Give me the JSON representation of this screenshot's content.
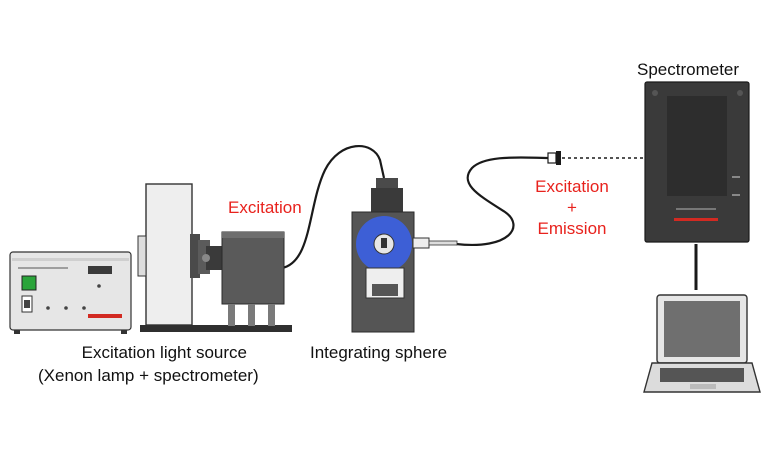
{
  "colors": {
    "excitation_text": "#e8221d",
    "sphere_blue": "#3d5fd6",
    "device_dark": "#3a3a3a",
    "device_body": "#5b5b5b",
    "panel_light": "#e6e6e6",
    "lamp_power_green": "#2aa43a",
    "brand_red": "#d22a22",
    "line_black": "#1a1a1a"
  },
  "labels": {
    "spectrometer": "Spectrometer",
    "excitation_beam": "Excitation",
    "excitation_emission_line1": "Excitation",
    "excitation_emission_line2": "+",
    "excitation_emission_line3": "Emission",
    "light_source_line1": "Excitation light source",
    "light_source_line2": "(Xenon lamp + spectrometer)",
    "integrating_sphere": "Integrating sphere"
  },
  "components": [
    {
      "name": "Excitation light source",
      "icons": [
        "power-supply-icon",
        "xenon-lamp-housing-icon",
        "monochromator-icon"
      ]
    },
    {
      "name": "Integrating sphere",
      "icons": [
        "integrating-sphere-icon"
      ]
    },
    {
      "name": "Spectrometer",
      "icons": [
        "spectrometer-icon"
      ]
    },
    {
      "name": "Computer",
      "icons": [
        "laptop-icon"
      ]
    }
  ],
  "connections": [
    {
      "from": "Excitation light source",
      "to": "Integrating sphere",
      "label": "Excitation",
      "style": "solid"
    },
    {
      "from": "Integrating sphere",
      "to": "Spectrometer",
      "label": "Excitation + Emission",
      "style": "solid-then-dashed"
    },
    {
      "from": "Spectrometer",
      "to": "Computer",
      "label": "",
      "style": "solid"
    }
  ]
}
